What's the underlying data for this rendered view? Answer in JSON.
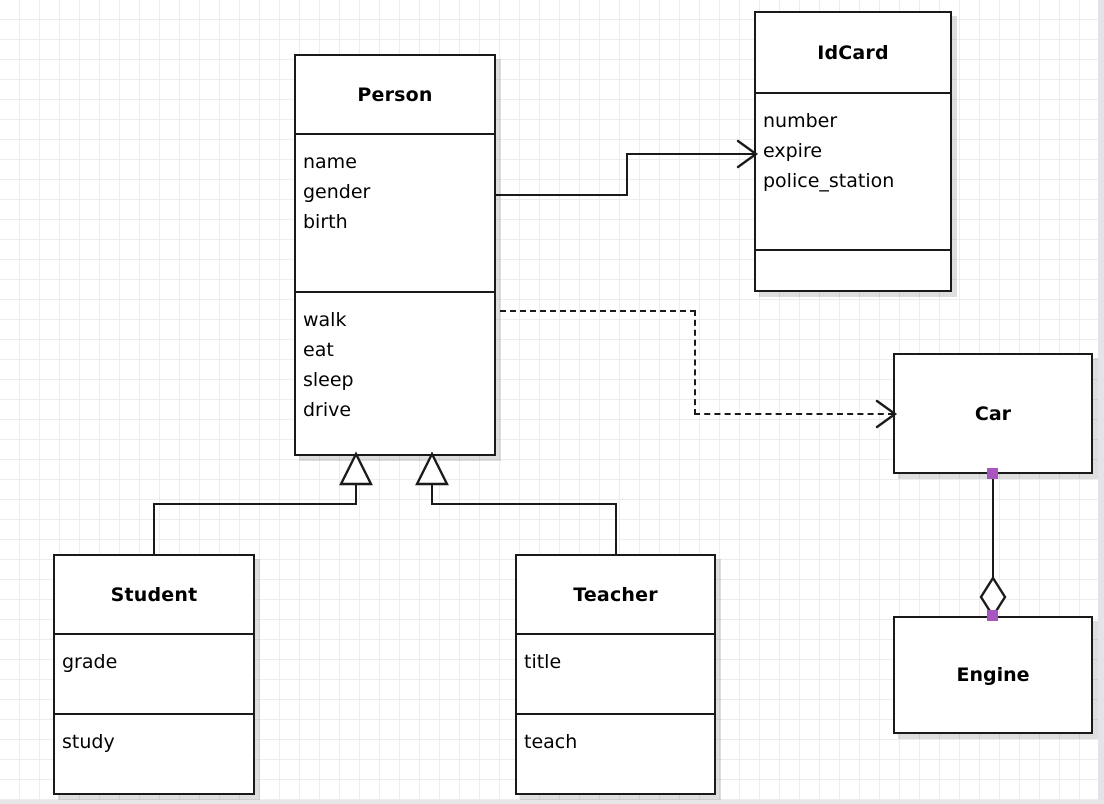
{
  "diagram": {
    "type": "uml-class-diagram",
    "background": "#ffffff",
    "grid_color": "#ededf0",
    "line_color": "#1a1a1a",
    "selection_handle_color": "#a855c0"
  },
  "classes": {
    "person": {
      "name": "Person",
      "attributes": [
        "name",
        "gender",
        "birth"
      ],
      "operations": [
        "walk",
        "eat",
        "sleep",
        "drive"
      ]
    },
    "idcard": {
      "name": "IdCard",
      "attributes": [
        "number",
        "expire",
        "police_station"
      ],
      "operations": []
    },
    "student": {
      "name": "Student",
      "attributes": [
        "grade"
      ],
      "operations": [
        "study"
      ]
    },
    "teacher": {
      "name": "Teacher",
      "attributes": [
        "title"
      ],
      "operations": [
        "teach"
      ]
    },
    "car": {
      "name": "Car"
    },
    "engine": {
      "name": "Engine"
    }
  },
  "relationships": [
    {
      "id": "person-idcard",
      "kind": "association",
      "style": "solid",
      "arrow": "open-arrow",
      "from": "Person",
      "to": "IdCard"
    },
    {
      "id": "person-car",
      "kind": "dependency",
      "style": "dashed",
      "arrow": "open-arrow",
      "from": "Person",
      "to": "Car"
    },
    {
      "id": "student-person",
      "kind": "generalization",
      "style": "solid",
      "arrow": "hollow-triangle",
      "from": "Student",
      "to": "Person"
    },
    {
      "id": "teacher-person",
      "kind": "generalization",
      "style": "solid",
      "arrow": "hollow-triangle",
      "from": "Teacher",
      "to": "Person"
    },
    {
      "id": "car-engine",
      "kind": "aggregation",
      "style": "solid",
      "arrow": "hollow-diamond",
      "from": "Car",
      "to": "Engine",
      "selected": true
    }
  ]
}
